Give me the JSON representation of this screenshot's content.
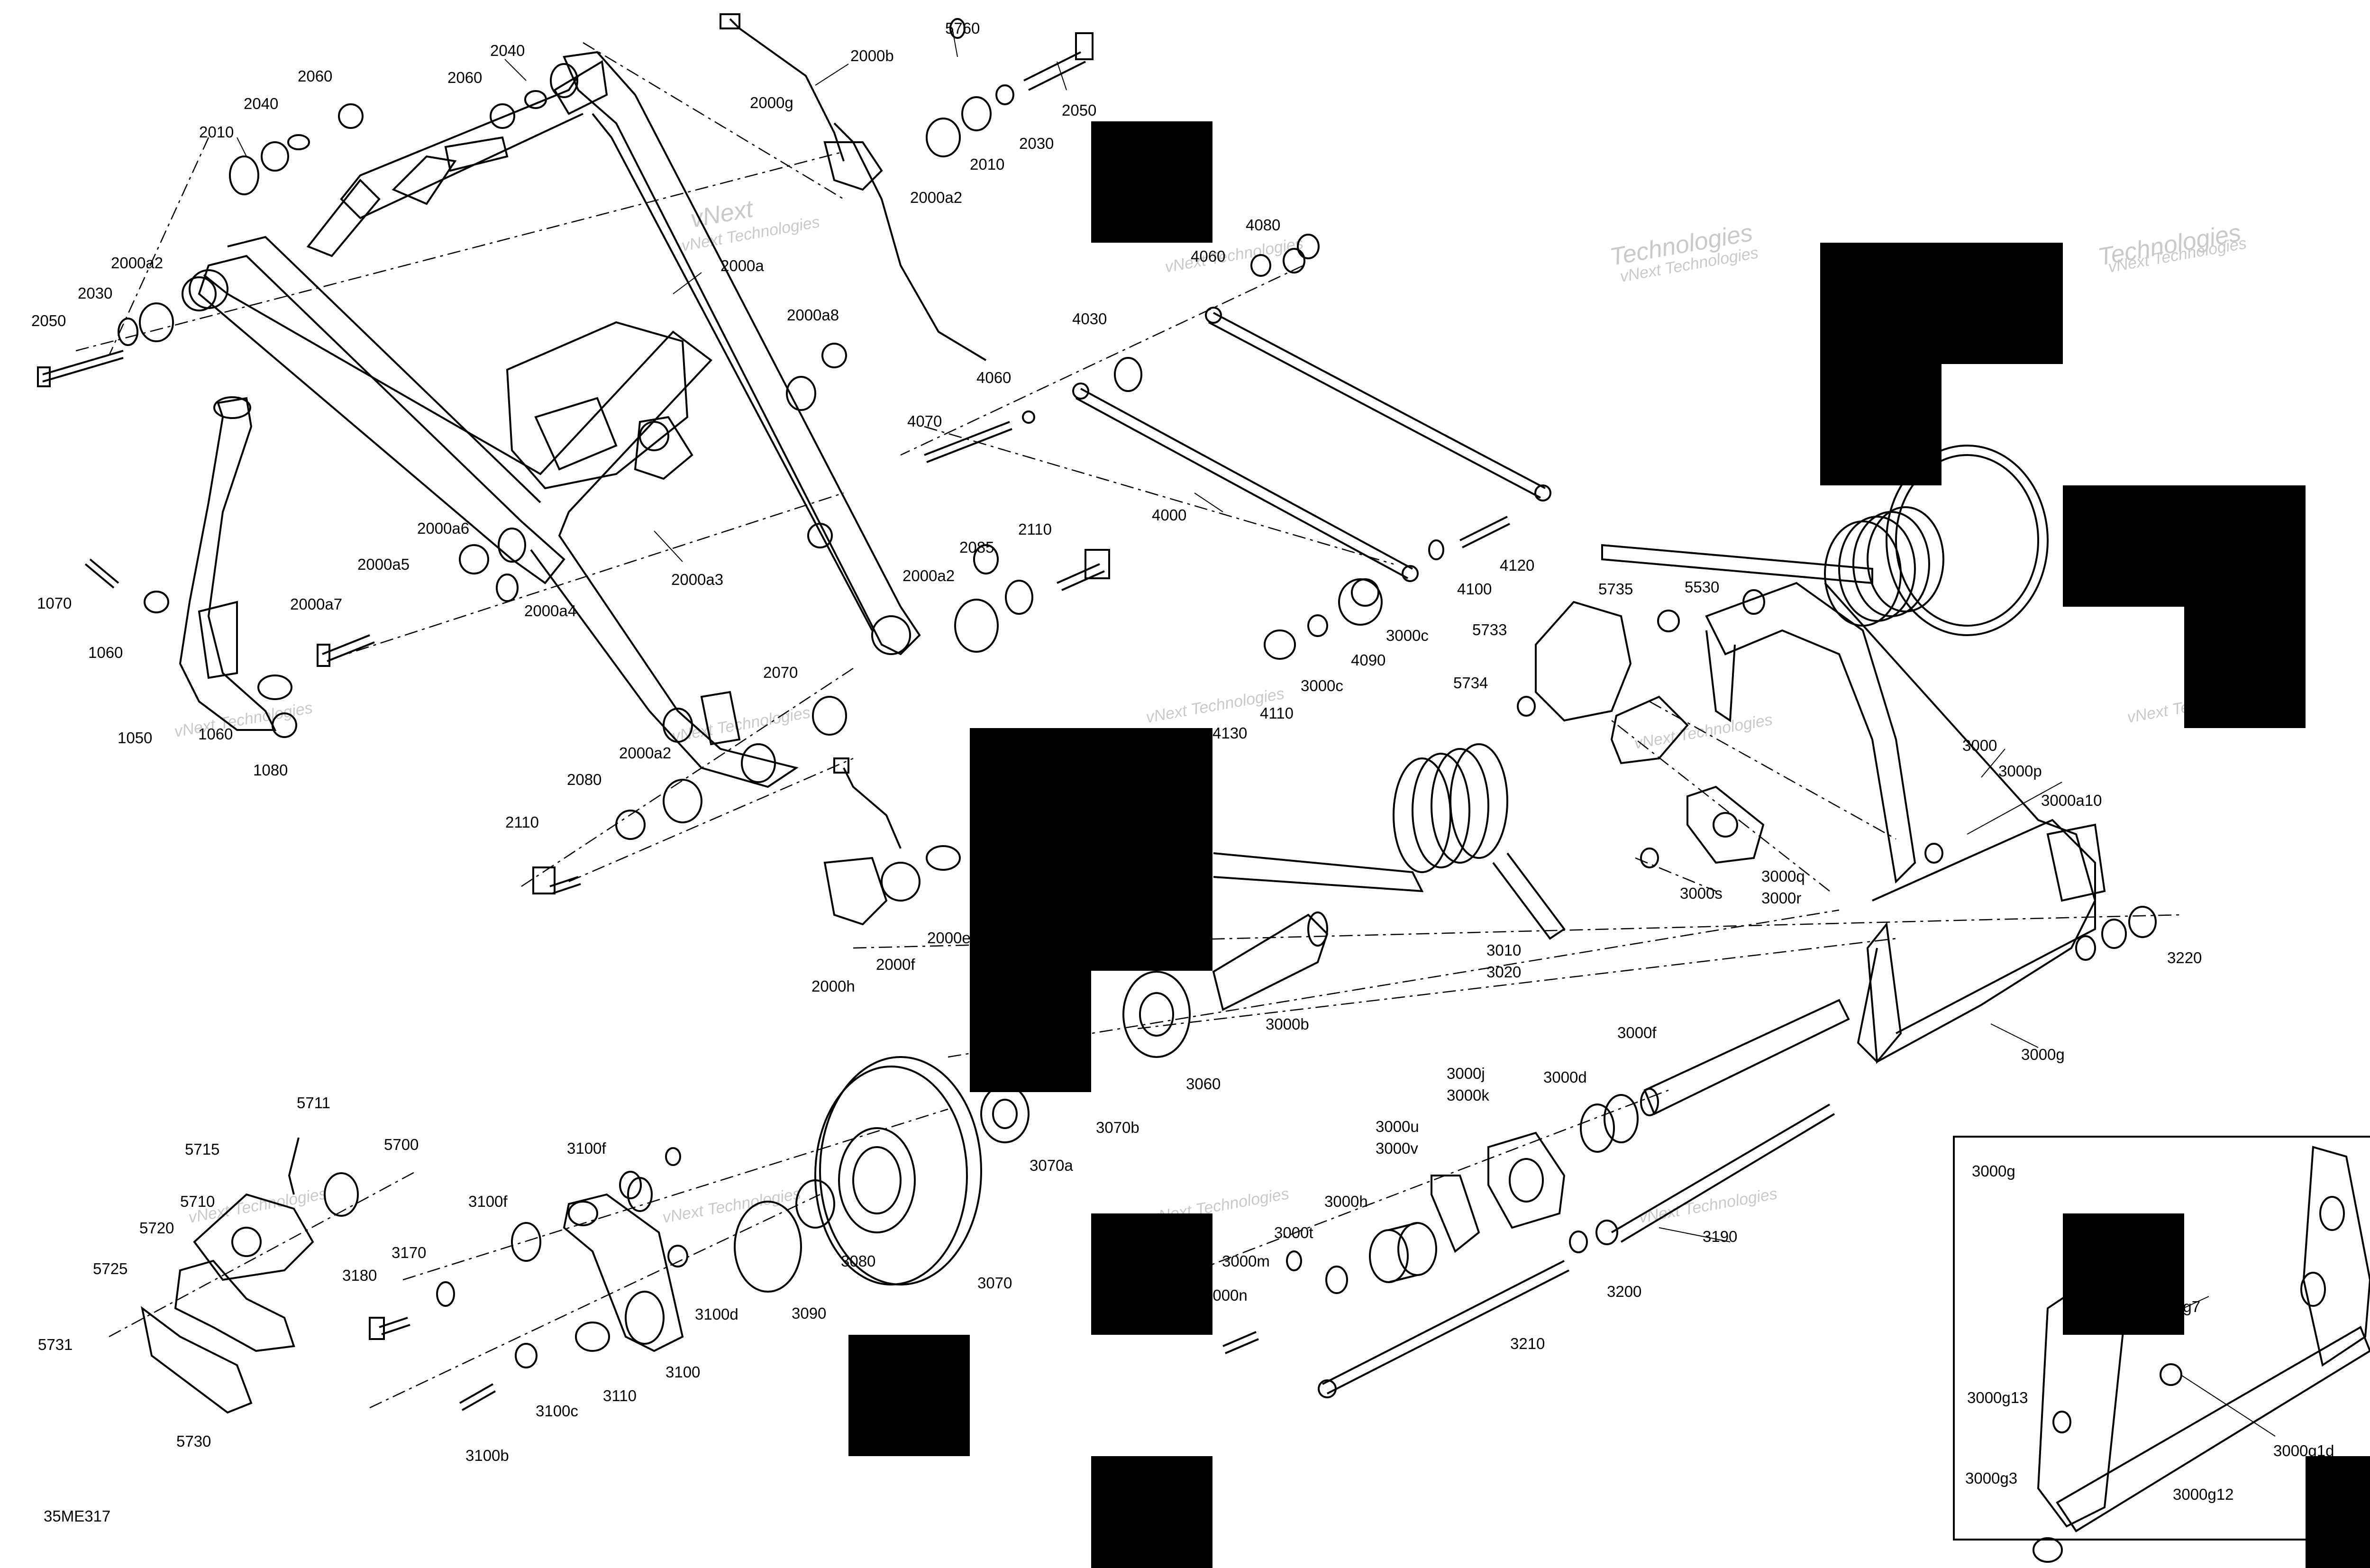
{
  "diagram_id": "35ME317",
  "inset_title": "3000g",
  "watermark_lines": [
    "vNext Technologies",
    "vNext",
    "Technologies"
  ],
  "parts": [
    "2000b",
    "5760",
    "2050",
    "2040",
    "2060",
    "2060",
    "2040",
    "2010",
    "2000g",
    "2010",
    "2030",
    "2000a2",
    "2000a",
    "2000a2",
    "2030",
    "2050",
    "2000a8",
    "4080",
    "4060",
    "4030",
    "4060",
    "4070",
    "4000",
    "4120",
    "4100",
    "4090",
    "3000c",
    "3000c",
    "4110",
    "4130",
    "2000a6",
    "2000a5",
    "2000a3",
    "2000a4",
    "2000a7",
    "2110",
    "2085",
    "2000a2",
    "1070",
    "1060",
    "1050",
    "1060",
    "1080",
    "2070",
    "2000a2",
    "2080",
    "2110",
    "2000h",
    "2000f",
    "2000e",
    "5530",
    "5735",
    "5733",
    "5734",
    "3000",
    "3000p",
    "3000a10",
    "3000q",
    "3000r",
    "3000s",
    "3010",
    "3020",
    "3000b",
    "3220",
    "3000g",
    "3060",
    "3070b",
    "3070a",
    "3070",
    "3080",
    "3090",
    "3100d",
    "3100",
    "3100f",
    "3100f",
    "3110",
    "3100c",
    "3100b",
    "3180",
    "3170",
    "5711",
    "5715",
    "5700",
    "5710",
    "5720",
    "5725",
    "5731",
    "5730",
    "3000j",
    "3000k",
    "3000d",
    "3000f",
    "3000u",
    "3000v",
    "3000h",
    "3000t",
    "3000m",
    "3000n",
    "3190",
    "3200",
    "3210",
    "3000g7",
    "3000g13",
    "3000g3",
    "3000g1d",
    "3000g12"
  ]
}
